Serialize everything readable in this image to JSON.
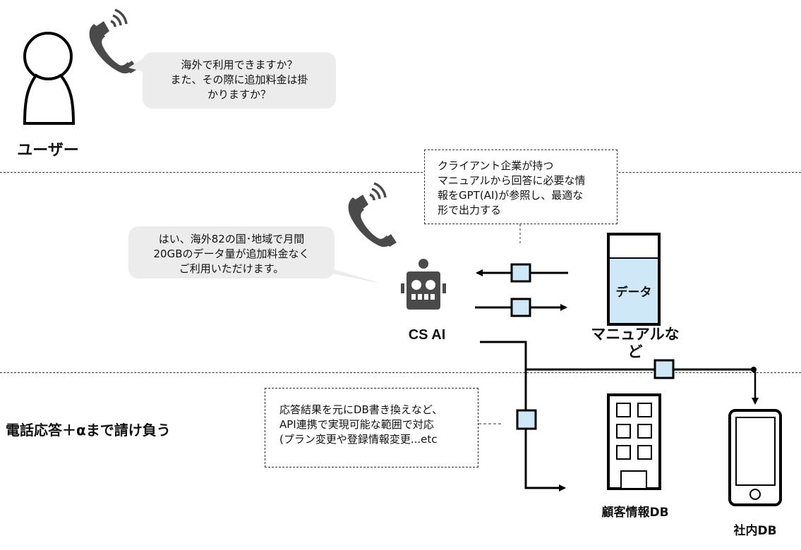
{
  "user": {
    "label": "ユーザー",
    "question": [
      "海外で利用できますか？",
      "また、その際に追加料金は掛",
      "かりますか？"
    ]
  },
  "ai": {
    "label": "CS AI",
    "answer": [
      "はい、海外82の国･地域で月間",
      "20GBのデータ量が追加料金なく",
      "ご利用いただけます。"
    ]
  },
  "notes": {
    "manual_reference": [
      "クライアント企業が持つ",
      "マニュアルから回答に必要な情",
      "報をGPT(AI)が参照し、最適な",
      "形で出力する"
    ],
    "api_integration": [
      "応答結果を元にDB書き換えなど、",
      "API連携で実現可能な範囲で対応",
      "(プラン変更や登録情報変更...etc"
    ]
  },
  "data_store": {
    "fill_label": "データ",
    "label": [
      "マニュアルな",
      "ど"
    ]
  },
  "customer_db": {
    "label": "顧客情報DB"
  },
  "internal_db": {
    "label": "社内DB"
  },
  "section": {
    "heading": "電話応答＋αまで請け負う"
  },
  "colors": {
    "connector_fill": "#cfe8f7",
    "data_fill": "#cfe8f7",
    "icon_gray": "#4a4a4a",
    "bubble_bg": "#ececec"
  }
}
